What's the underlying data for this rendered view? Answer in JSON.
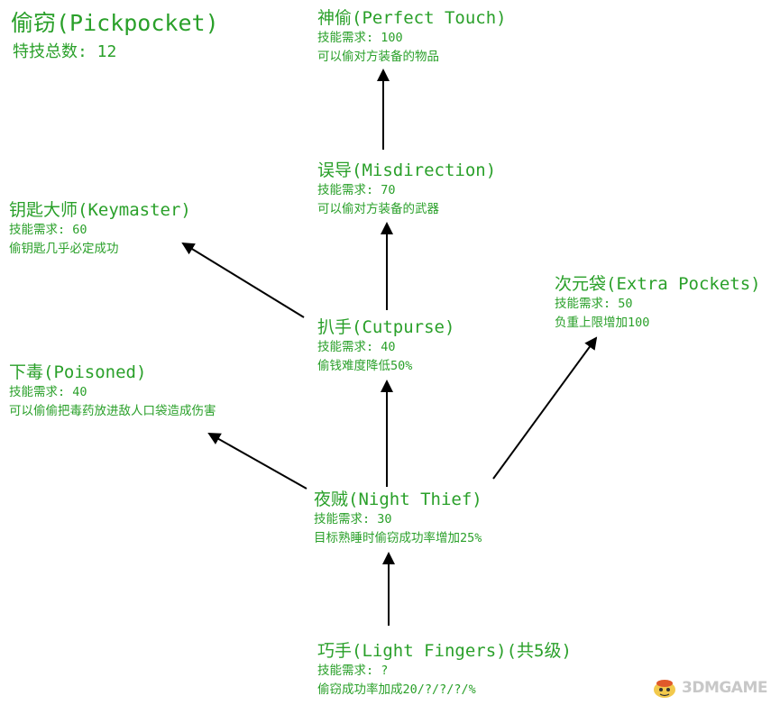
{
  "header": {
    "title": "偷窃(Pickpocket)",
    "subtitle": "特技总数: 12"
  },
  "nodes": {
    "perfect_touch": {
      "name": "神偷(Perfect Touch)",
      "req": "技能需求: 100",
      "desc": "可以偷对方装备的物品"
    },
    "misdirection": {
      "name": "误导(Misdirection)",
      "req": "技能需求: 70",
      "desc": "可以偷对方装备的武器"
    },
    "keymaster": {
      "name": "钥匙大师(Keymaster)",
      "req": "技能需求: 60",
      "desc": "偷钥匙几乎必定成功"
    },
    "extra_pockets": {
      "name": "次元袋(Extra Pockets)",
      "req": "技能需求: 50",
      "desc": "负重上限增加100"
    },
    "cutpurse": {
      "name": "扒手(Cutpurse)",
      "req": "技能需求: 40",
      "desc": "偷钱难度降低50%"
    },
    "poisoned": {
      "name": "下毒(Poisoned)",
      "req": "技能需求: 40",
      "desc": "可以偷偷把毒药放进敌人口袋造成伤害"
    },
    "night_thief": {
      "name": "夜贼(Night Thief)",
      "req": "技能需求: 30",
      "desc": "目标熟睡时偷窃成功率增加25%"
    },
    "light_fingers": {
      "name": "巧手(Light Fingers)(共5级)",
      "req": "技能需求: ?",
      "desc": "偷窃成功率加成20/?/?/?/%"
    }
  },
  "watermark": {
    "text": "3DMGAME"
  },
  "colors": {
    "text": "#2aa02a",
    "arrow": "#000000"
  }
}
